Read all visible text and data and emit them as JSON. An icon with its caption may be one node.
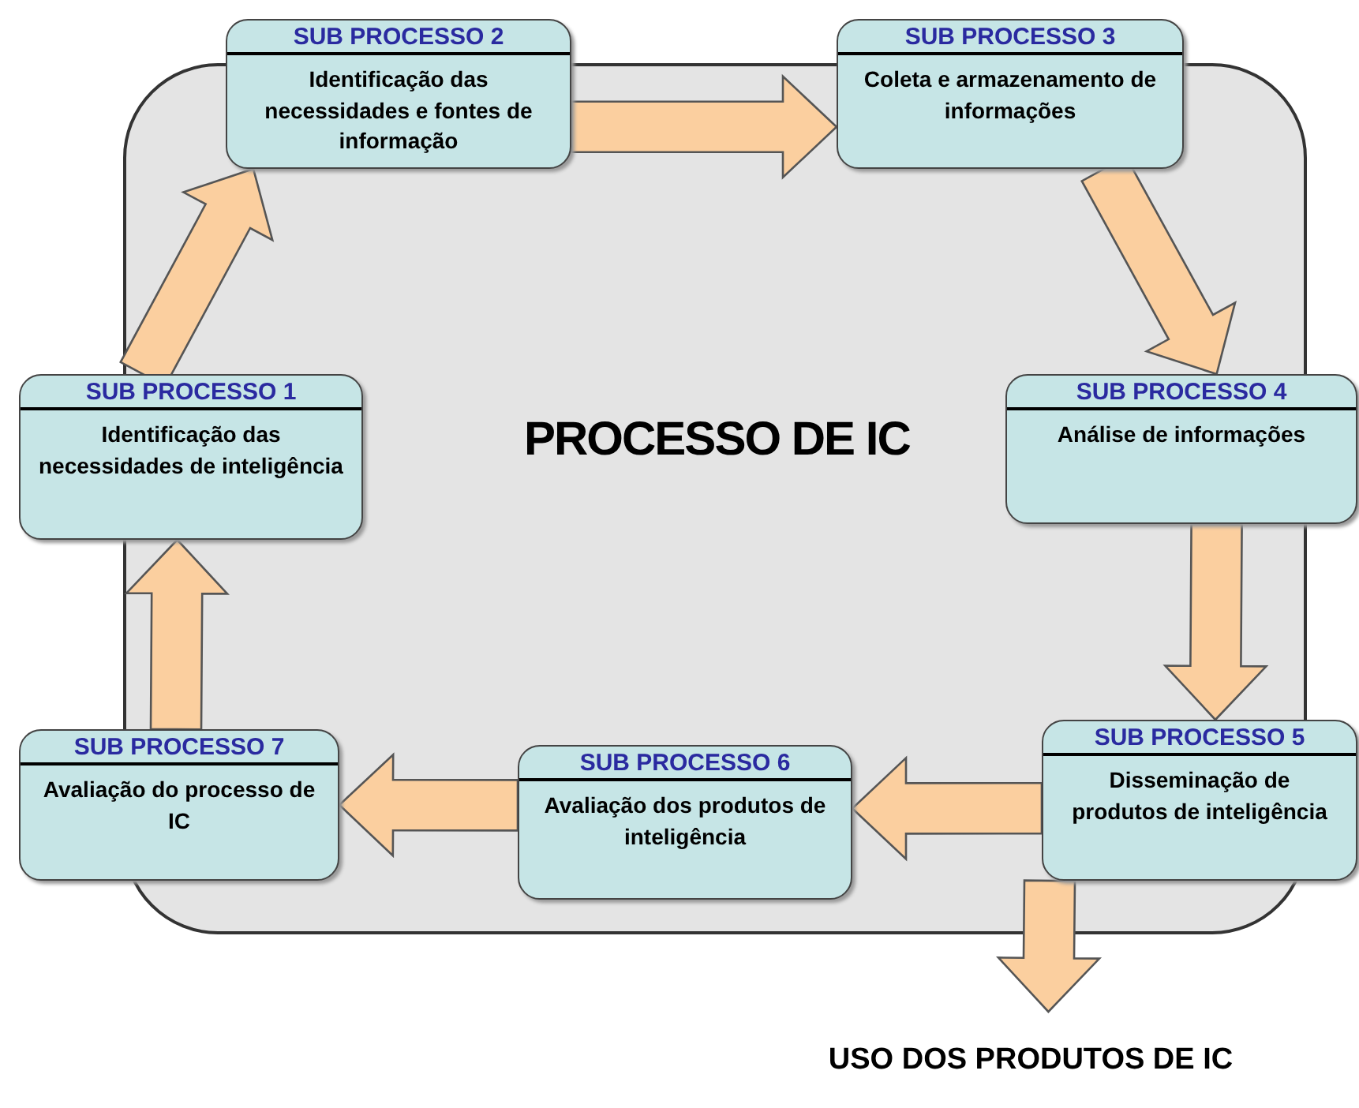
{
  "diagram": {
    "nodes": [
      {
        "text": [
          "PROCESSO DE IC"
        ]
      },
      {
        "text": [
          "SUB PROCESSO 1",
          "Identificação das necessidades de inteligência"
        ]
      },
      {
        "text": [
          "SUB PROCESSO 2",
          "Identificação das necessidades e fontes de informação"
        ]
      },
      {
        "text": [
          "SUB PROCESSO 3",
          "Coleta e armazenamento de informações"
        ]
      },
      {
        "text": [
          "SUB PROCESSO 4",
          "Análise de informações"
        ]
      },
      {
        "text": [
          "SUB PROCESSO 5",
          "Disseminação de produtos de inteligência"
        ]
      },
      {
        "text": [
          "SUB PROCESSO 6",
          "Avaliação dos produtos de inteligência"
        ],
        "in": 0
      },
      {
        "text": [
          "SUB PROCESSO 7",
          "Avaliação do processo de IC"
        ]
      },
      {
        "text": [
          "USO DOS PRODUTOS DE IC"
        ]
      }
    ],
    "edges": [
      {
        "from": 1,
        "to": 2,
        "arrow": "to"
      },
      {
        "from": 2,
        "to": 3,
        "arrow": "to"
      },
      {
        "from": 3,
        "to": 4,
        "arrow": "to"
      },
      {
        "from": 4,
        "to": 5,
        "arrow": "to"
      },
      {
        "from": 5,
        "to": 6,
        "arrow": "to"
      },
      {
        "from": 6,
        "to": 7,
        "arrow": "to"
      },
      {
        "from": 7,
        "to": 1,
        "arrow": "to"
      },
      {
        "from": 5,
        "to": 8,
        "arrow": "to"
      }
    ]
  }
}
